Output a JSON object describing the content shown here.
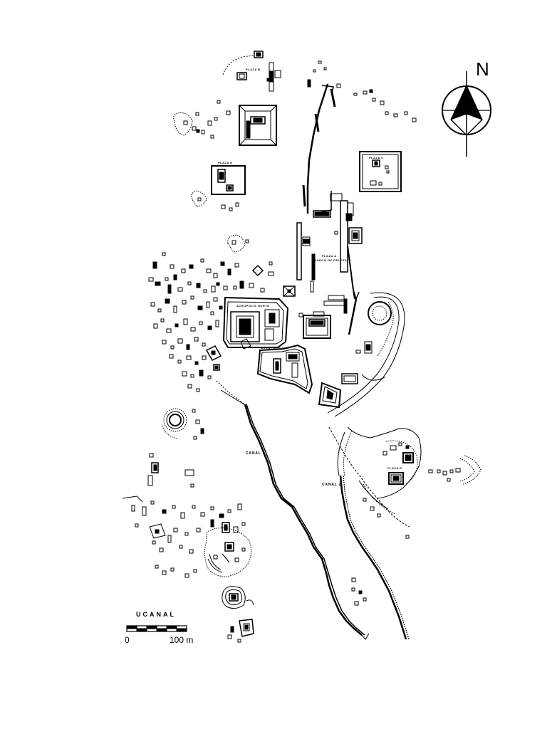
{
  "map": {
    "site_name": "UCANAL",
    "north_label": "N",
    "scale": {
      "start_label": "0",
      "end_label": "100 m"
    },
    "features": {
      "plaza_b": "PLAZA B",
      "plaza_e": "PLAZA E",
      "plaza_c": "PLAZA C",
      "plaza_a": "PLAZA A",
      "juego_de_pelota": "JUEGO DE PELOTA",
      "acropolis_norte": "ACROPOLIS NORTE",
      "acropolis_sur": "ACROPOLIS SUR",
      "plaza_d": "PLAZA D",
      "canal_1": "CANAL 1",
      "canal_2": "CANAL 2"
    }
  },
  "colors": {
    "ink": "#000000",
    "paper": "#ffffff"
  }
}
